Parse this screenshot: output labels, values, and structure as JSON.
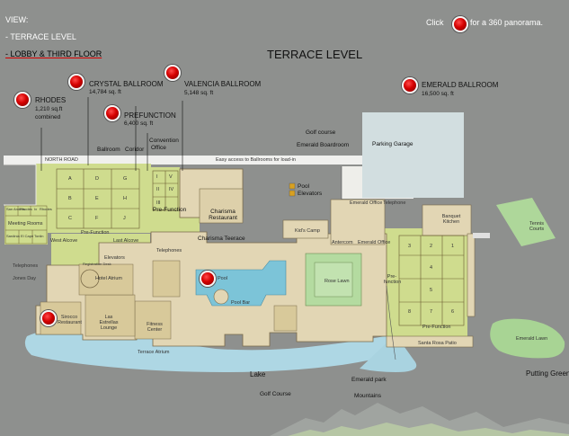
{
  "view": {
    "heading": "VIEW:",
    "items": [
      "- TERRACE LEVEL",
      "- LOBBY & THIRD FLOOR"
    ]
  },
  "title": "TERRACE LEVEL",
  "hint": {
    "before": "Click",
    "after": "for a 360 panorama."
  },
  "callouts": {
    "rhodes": {
      "name": "RHODES",
      "size": "1,210 sq.ft",
      "note": "combined"
    },
    "crystal": {
      "name": "CRYSTAL BALLROOM",
      "size": "14,784 sq. ft"
    },
    "valencia": {
      "name": "VALENCIA BALLROOM",
      "size": "5,148 sq. ft"
    },
    "prefunction": {
      "name": "PREFUNCTION",
      "size": "6,400 sq. ft"
    },
    "emerald": {
      "name": "EMERALD BALLROOM",
      "size": "16,500 sq. ft"
    }
  },
  "labels": {
    "ballroom": "Ballroom",
    "coridor": "Coridor",
    "convention1": "Convention",
    "convention2": "Office",
    "golf_course_top": "Golf course",
    "emerald_boardroom": "Emerald Boardroom",
    "parking_garage": "Parking Garage",
    "north_road": "NORTH ROAD",
    "easy_access": "Easy access to Ballrooms for load-in",
    "pool_legend": "Pool",
    "elevators_legend": "Elevators",
    "prefunction_left": "Pre-Function",
    "charisma_restaurant": "Charisma Restaurant",
    "charisma_terrace": "Charisma Teerace",
    "kids_camp": "Kid's Camp",
    "emerald_office": "Emerald Office",
    "telephone": "Telephone",
    "banquet_kitchen": "Banquet Kitchen",
    "tennis_courts": "Tennis Courts",
    "meeting_rooms": "Meeting Rooms",
    "west_alcove": "West Alcove",
    "last_alcove": "Last Alcove",
    "elevators_left": "Elevators",
    "telephones_mid": "Telephones",
    "telephones_left": "Telephones",
    "jones_day": "Jones Day",
    "hotel_atrium": "Hotel Atrium",
    "pool": "Pool",
    "pool_bar": "Pool Bar",
    "rose_lawn": "Rose Lawn",
    "pre_function_right": "Pre-function",
    "pre_function_bottom": "Pre-Function",
    "santa_rosa_patio": "Santa Rosa Patio",
    "emerald_lawn": "Emerald Lawn",
    "putting_green": "Putting Green",
    "sirocco": "Sirocco Restaurant",
    "las_estrellas": "Las Estrellas Lounge",
    "fitness_center": "Fitness Center",
    "terrace_atrium": "Terrace Atrium",
    "lake": "Lake",
    "emerald_park": "Emerald park",
    "golf_course_bottom": "Golf Course",
    "mountains": "Mountains",
    "registration_desk": "Registration Desk",
    "emerald_office_2": "Emerald Office",
    "antercom": "Antercom",
    "prefunction_inner": "Pre-Function",
    "crystal_sections": [
      "A",
      "D",
      "G",
      "B",
      "E",
      "H",
      "C",
      "F",
      "J"
    ],
    "valencia_sections": [
      "I",
      "V",
      "II",
      "IV",
      "III"
    ],
    "emerald_sections": [
      "3",
      "2",
      "1",
      "4",
      "5",
      "8",
      "7",
      "6"
    ],
    "meeting_small": [
      "San Andres",
      "Rhodes",
      "Ix",
      "Rhodes",
      "Sardinia",
      "El Capri",
      "Tonlin"
    ]
  },
  "colors": {
    "background": "#8e908e",
    "accent": "#d40000",
    "building": "#e2d6b4",
    "highlight": "#cfdc8e",
    "water": "#aad6e3",
    "lawn": "#aed79a",
    "parking": "#d2dee0"
  }
}
